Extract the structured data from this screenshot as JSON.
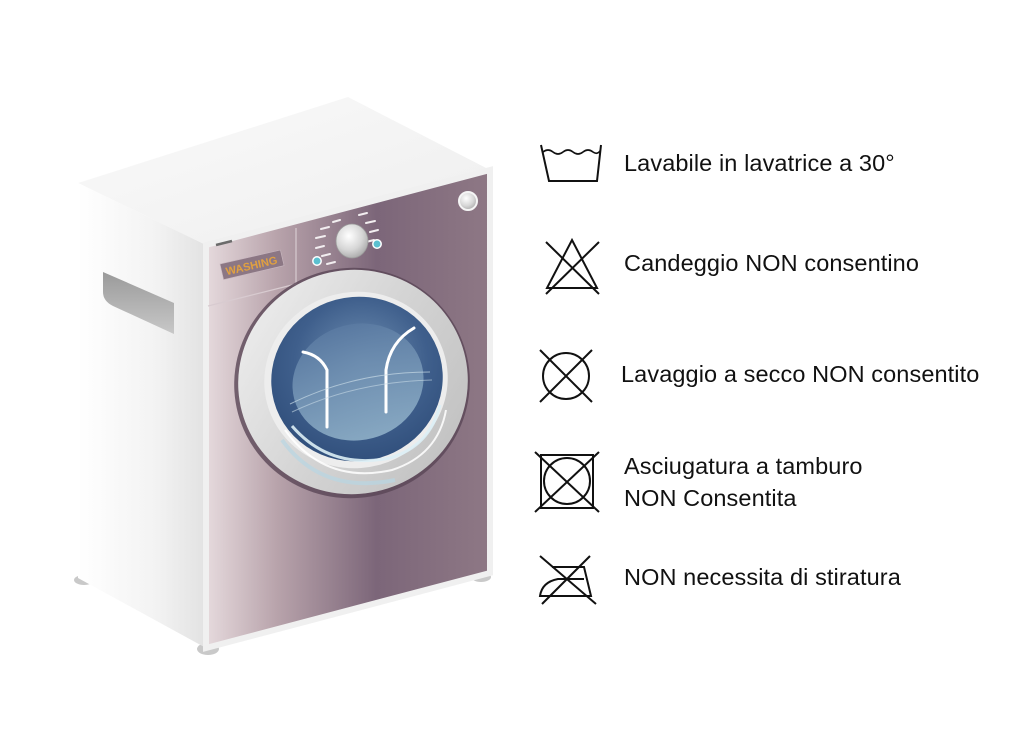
{
  "illustration": {
    "subject": "washing-machine",
    "panel_label": "WASHING",
    "colors": {
      "front_panel_light": "#e4d6da",
      "front_panel_mid": "#9d8592",
      "front_panel_dark": "#7a6478",
      "body_white": "#f5f5f5",
      "body_shade": "#e6e6e6",
      "door_ring": "#d9d9d9",
      "glass_dark": "#3f5f8c",
      "glass_light": "#a8c8d8",
      "indicator_light": "#5bc0d0",
      "label_text": "#e0a040",
      "label_bg": "#8a7480"
    }
  },
  "care_instructions": [
    {
      "icon": "wash-tub-30-icon",
      "lines": [
        "Lavabile in lavatrice a 30°"
      ]
    },
    {
      "icon": "no-bleach-icon",
      "lines": [
        "Candeggio NON consentino"
      ]
    },
    {
      "icon": "no-dry-clean-icon",
      "lines": [
        "Lavaggio a secco NON consentito"
      ]
    },
    {
      "icon": "no-tumble-dry-icon",
      "lines": [
        "Asciugatura a tamburo",
        "NON Consentita"
      ]
    },
    {
      "icon": "no-iron-icon",
      "lines": [
        "NON necessita di stiratura"
      ]
    }
  ]
}
